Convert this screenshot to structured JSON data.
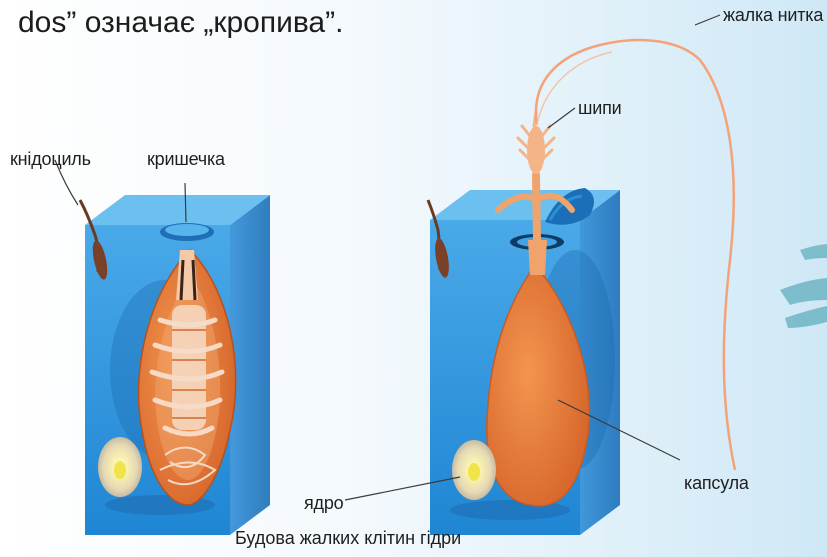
{
  "intro_text": "dos” означає „кропива”.",
  "caption": "Будова жалких клітин гідри",
  "labels": {
    "cnidocil": "кнідоциль",
    "lid": "кришечка",
    "thread": "жалка нитка",
    "spines": "шипи",
    "capsule": "капсула",
    "nucleus": "ядро"
  },
  "colors": {
    "cube_front": "#3a9be0",
    "cube_side": "#247fcb",
    "cube_top": "#6cc0f0",
    "capsule": "#e8783a",
    "capsule_dark": "#c85a22",
    "coil": "#f4d2b8",
    "label_text": "#1f1f1f",
    "background_tint": "#d8ecf7"
  }
}
